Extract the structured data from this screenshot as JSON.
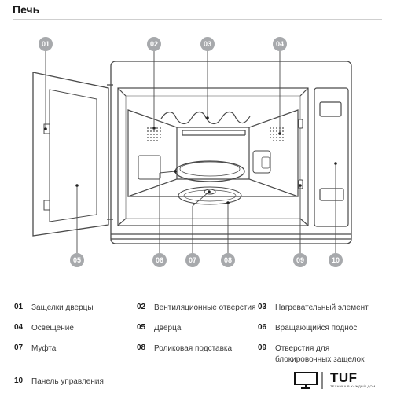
{
  "header": {
    "title": "Печь"
  },
  "callouts": [
    {
      "num": "01",
      "label": "Защелки дверцы"
    },
    {
      "num": "02",
      "label": "Вентиляционные отверстия"
    },
    {
      "num": "03",
      "label": "Нагревательный элемент"
    },
    {
      "num": "04",
      "label": "Освещение"
    },
    {
      "num": "05",
      "label": "Дверца"
    },
    {
      "num": "06",
      "label": "Вращающийся поднос"
    },
    {
      "num": "07",
      "label": "Муфта"
    },
    {
      "num": "08",
      "label": "Роликовая подставка"
    },
    {
      "num": "09",
      "label": "Отверстия для блокировочных защелок"
    },
    {
      "num": "10",
      "label": "Панель управления"
    }
  ],
  "legend_09_lines": [
    "Отверстия для",
    "блокировочных защелок"
  ],
  "logo": {
    "word": "TUF",
    "sub": "ТЕХНИКА В КАЖДЫЙ ДОМ"
  },
  "colors": {
    "badge": "#a7a9ac",
    "line": "#4a4a4a"
  }
}
